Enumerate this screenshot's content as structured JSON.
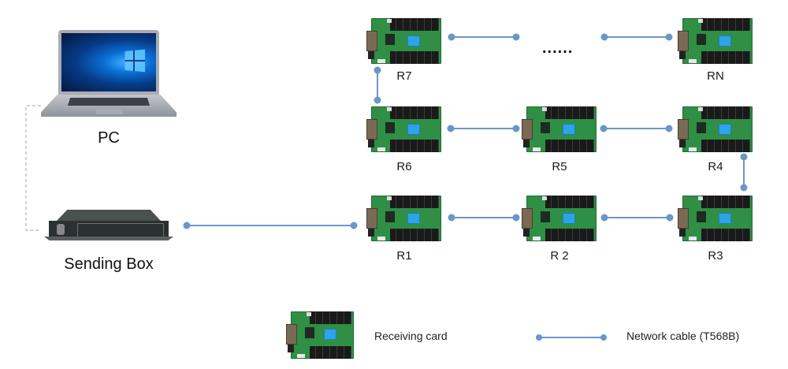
{
  "diagram": {
    "pc": {
      "label": "PC",
      "icon": "laptop-icon"
    },
    "sending_box": {
      "label": "Sending Box",
      "icon": "sending-box-icon"
    },
    "receiving_cards": [
      {
        "id": "R7",
        "label": "R7"
      },
      {
        "id": "RN",
        "label": "RN"
      },
      {
        "id": "R6",
        "label": "R6"
      },
      {
        "id": "R5",
        "label": "R5"
      },
      {
        "id": "R4",
        "label": "R4"
      },
      {
        "id": "R1",
        "label": "R1"
      },
      {
        "id": "R2",
        "label": "R 2"
      },
      {
        "id": "R3",
        "label": "R3"
      }
    ],
    "ellipsis": "......",
    "connections": [
      {
        "from": "PC",
        "to": "Sending Box",
        "style": "dashed"
      },
      {
        "from": "Sending Box",
        "to": "R1",
        "style": "network-cable"
      },
      {
        "from": "R1",
        "to": "R2",
        "style": "network-cable"
      },
      {
        "from": "R2",
        "to": "R3",
        "style": "network-cable"
      },
      {
        "from": "R3",
        "to": "R4",
        "style": "network-cable"
      },
      {
        "from": "R4",
        "to": "R5",
        "style": "network-cable"
      },
      {
        "from": "R5",
        "to": "R6",
        "style": "network-cable"
      },
      {
        "from": "R6",
        "to": "R7",
        "style": "network-cable"
      },
      {
        "from": "R7",
        "to": "...",
        "style": "network-cable"
      },
      {
        "from": "...",
        "to": "RN",
        "style": "network-cable"
      }
    ],
    "colors": {
      "cable": "#6a97c8",
      "dashed": "#b5b5b5"
    }
  },
  "legend": {
    "receiving_card": "Receiving card",
    "network_cable": "Network cable (T568B)"
  }
}
